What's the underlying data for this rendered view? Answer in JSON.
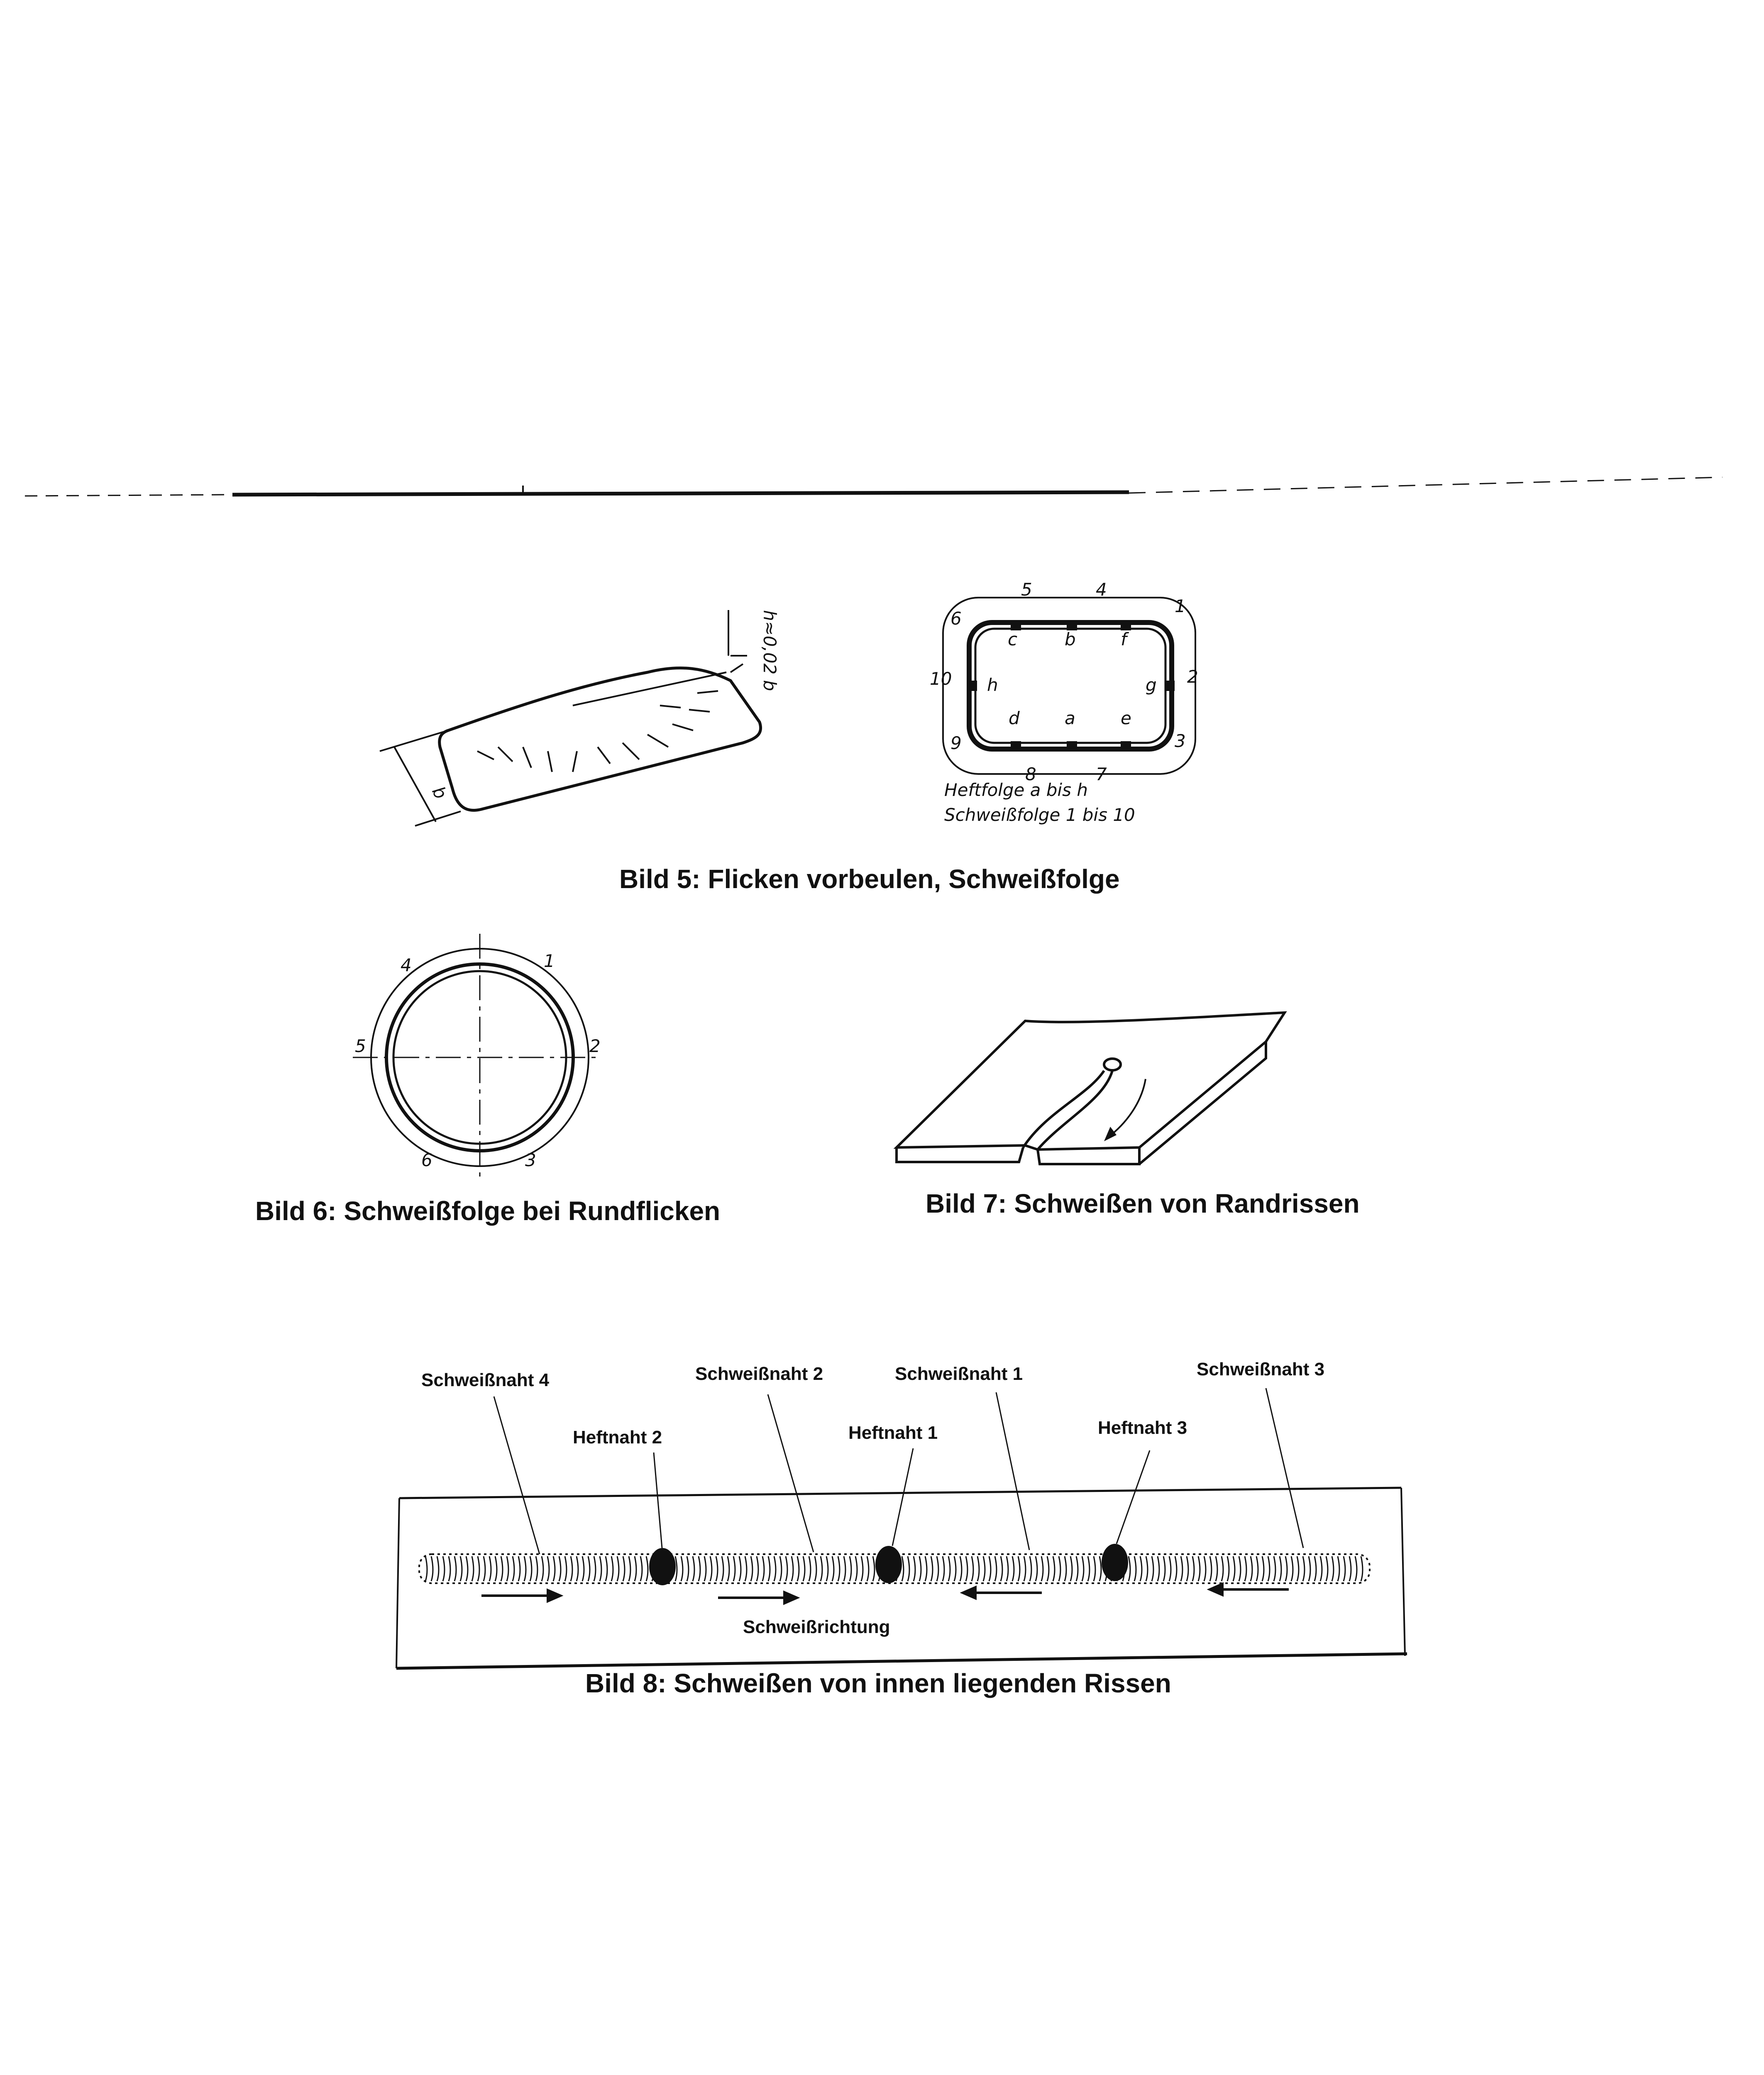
{
  "bild5": {
    "caption": "Bild 5: Flicken vorbeulen, Schweißfolge",
    "dim_h": "h≈0,02 b",
    "dim_b": "b",
    "tack_letters": [
      "a",
      "b",
      "c",
      "d",
      "e",
      "f",
      "g",
      "h"
    ],
    "weld_numbers": [
      "1",
      "2",
      "3",
      "4",
      "5",
      "6",
      "7",
      "8",
      "9",
      "10"
    ],
    "note_tack": "Heftfolge a bis h",
    "note_weld": "Schweißfolge 1 bis 10"
  },
  "bild6": {
    "caption": "Bild 6: Schweißfolge bei Rundflicken",
    "numbers": [
      "1",
      "2",
      "3",
      "4",
      "5",
      "6"
    ]
  },
  "bild7": {
    "caption": "Bild 7: Schweißen von Randrissen"
  },
  "bild8": {
    "caption": "Bild 8: Schweißen von innen liegenden Rissen",
    "welds": [
      "Schweißnaht 4",
      "Schweißnaht 2",
      "Schweißnaht 1",
      "Schweißnaht 3"
    ],
    "tacks": [
      "Heftnaht 2",
      "Heftnaht 1",
      "Heftnaht 3"
    ],
    "direction_label": "Schweißrichtung"
  }
}
